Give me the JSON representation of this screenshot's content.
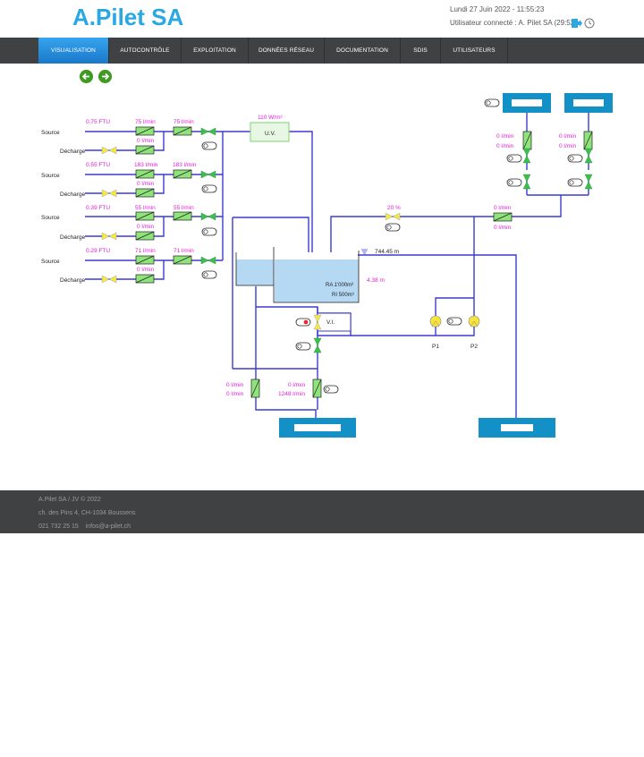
{
  "header": {
    "brand": "A.Pilet SA",
    "datetime": "Lundi 27 Juin 2022 - 11:55:23",
    "user": "Utilisateur connecté : A. Pilet SA (29:52)"
  },
  "nav": {
    "items": [
      {
        "label": "VISUALISATION",
        "active": true
      },
      {
        "label": "AUTOCONTRÔLE",
        "active": false
      },
      {
        "label": "EXPLOITATION",
        "active": false
      },
      {
        "label": "DONNÉES RÉSEAU",
        "active": false
      },
      {
        "label": "DOCUMENTATION",
        "active": false
      },
      {
        "label": "SDIS",
        "active": false
      },
      {
        "label": "UTILISATEURS",
        "active": false
      }
    ]
  },
  "synoptic": {
    "sources": [
      {
        "source_label": "Source",
        "decharge_label": "Décharge",
        "turbidity": "0.75 FTU",
        "flow1": "75 l/min",
        "flow2": "75 l/min",
        "decharge_flow": "0 l/min"
      },
      {
        "source_label": "Source",
        "decharge_label": "Décharge",
        "turbidity": "0.55 FTU",
        "flow1": "183 l/min",
        "flow2": "183 l/min",
        "decharge_flow": "0 l/min"
      },
      {
        "source_label": "Source",
        "decharge_label": "Décharge",
        "turbidity": "0.39 FTU",
        "flow1": "55 l/min",
        "flow2": "55 l/min",
        "decharge_flow": "0 l/min"
      },
      {
        "source_label": "Source",
        "decharge_label": "Décharge",
        "turbidity": "0.29 FTU",
        "flow1": "71 l/min",
        "flow2": "71 l/min",
        "decharge_flow": "0 l/min"
      }
    ],
    "uv": {
      "label": "U.V.",
      "value": "110 W/m²"
    },
    "valve_percent": "20 %",
    "reservoir": {
      "level": "744.45 m",
      "ra": "RA 1'000m³",
      "ri": "RI 500m³",
      "height": "4.38 m"
    },
    "vi_label": "V.I.",
    "pumps": [
      "P1",
      "P2"
    ],
    "right_meters": [
      {
        "top": "0 l/min",
        "bottom": "0 l/min"
      },
      {
        "top": "0 l/min",
        "bottom": "0 l/min"
      }
    ],
    "outlet_meter": {
      "top": "0 l/min",
      "bottom": "0 l/min"
    },
    "bottom_left_meter": {
      "top": "0 l/min",
      "bottom": "0 l/min"
    },
    "bottom_center_meter": {
      "top": "0 l/min",
      "bottom": "1248 l/min"
    }
  },
  "footer": {
    "line1": "A.Pilet SA / JV © 2022",
    "line2": "ch. des Pins 4, CH-1034 Boussens",
    "phone": "021 732 25 15",
    "email": "infos@a-pilet.ch"
  },
  "colors": {
    "brand": "#2aa8e3",
    "pipe": "#3c3cd2",
    "label_magenta": "#e01fd8",
    "valve_green": "#39c14a",
    "valve_yellow": "#f2e84a",
    "meter_green": "#8ee47a",
    "tank_blue": "#b6d9f3",
    "box_blue": "#1391c6",
    "nav_bg": "#404142",
    "nav_active": "#1e86d6"
  }
}
